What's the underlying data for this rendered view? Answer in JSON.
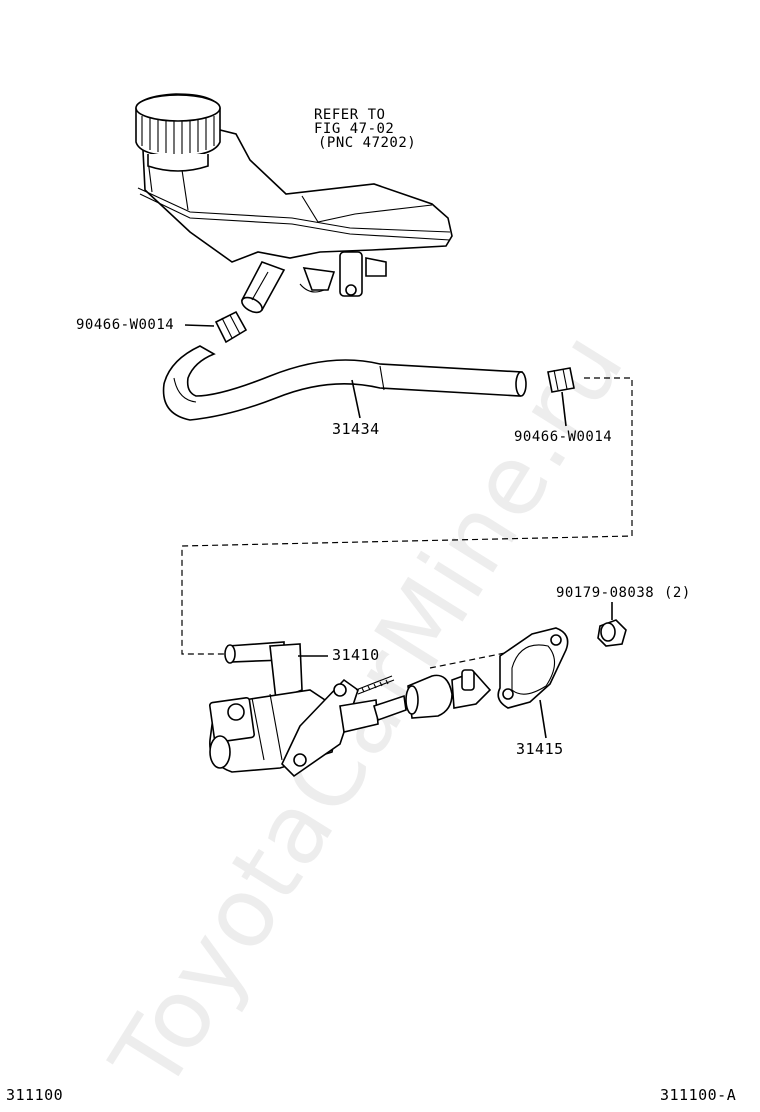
{
  "reference_note": {
    "line1": "REFER TO",
    "line2": "FIG 47-02",
    "line3": "(PNC 47202)"
  },
  "parts": {
    "clip_upper": "90466-W0014",
    "clip_lower": "90466-W0014",
    "hose": "31434",
    "master_cylinder": "31410",
    "nut": "90179-08038",
    "nut_qty": "(2)",
    "gasket": "31415"
  },
  "footer": {
    "left_code": "311100",
    "right_code": "311100-A"
  },
  "watermark": "ToyotaCarMine.ru"
}
